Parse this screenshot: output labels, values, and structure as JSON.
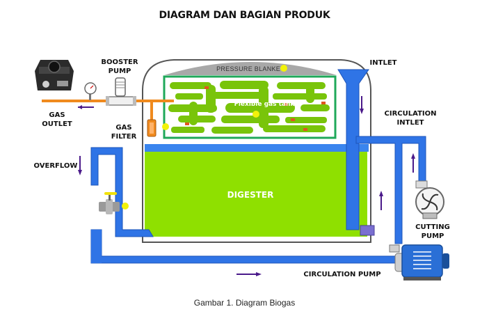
{
  "title": "DIAGRAM DAN BAGIAN PRODUK",
  "caption": "Gambar 1. Diagram Biogas",
  "labels": {
    "booster_pump_1": "BOOSTER",
    "booster_pump_2": "PUMP",
    "gas_outlet_1": "GAS",
    "gas_outlet_2": "OUTLET",
    "gas_filter_1": "GAS",
    "gas_filter_2": "FILTER",
    "overflow": "OVERFLOW",
    "pressure_blanket": "PRESSURE BLANKET",
    "flexible_gas_tank": "Flexible gas tank",
    "digester": "DIGESTER",
    "inlet": "INTLET",
    "circulation_inlet_1": "CIRCULATION",
    "circulation_inlet_2": "INTLET",
    "cutting_pump_1": "CUTTING",
    "cutting_pump_2": "PUMP",
    "circulation_pump": "CIRCULATION PUMP"
  },
  "colors": {
    "pipe_blue": "#2f74e6",
    "pipe_blue_light": "#5a9cf5",
    "digester_green": "#8fe000",
    "gas_tank_border": "#1fa85a",
    "gas_blob": "#79c40a",
    "gas_pipe_orange": "#f08a1e",
    "arrow_purple": "#4a1a8a",
    "marker_yellow": "#f2f20a",
    "dome_gray": "#a8a8a8"
  },
  "icons": [
    "gas-stove-icon",
    "pressure-gauge-icon",
    "booster-pump-icon",
    "gas-filter-icon",
    "ball-valve-icon",
    "cutting-pump-icon",
    "circulation-pump-icon"
  ]
}
